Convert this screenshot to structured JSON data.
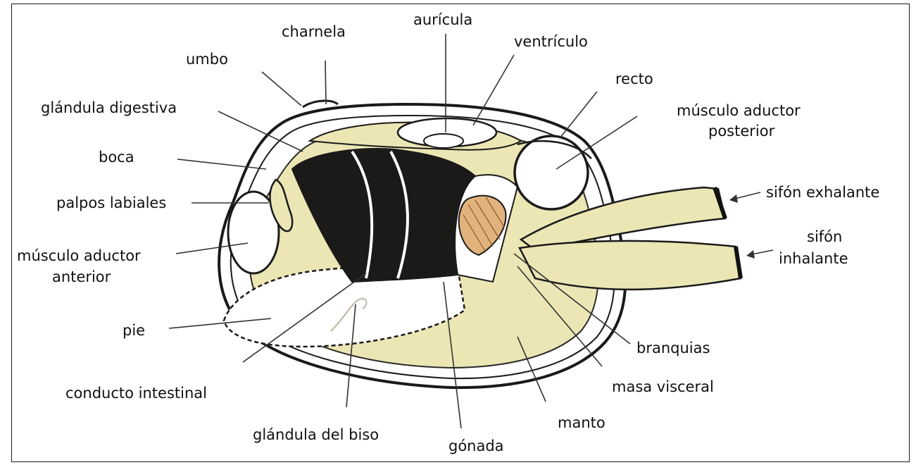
{
  "labels": {
    "charnela": "charnela",
    "auricula": "aurícula",
    "ventriculo": "ventrículo",
    "umbo": "umbo",
    "recto": "recto",
    "glandula_digestiva": "glándula digestiva",
    "musculo_aductor_posterior_1": "músculo aductor",
    "musculo_aductor_posterior_2": "posterior",
    "boca": "boca",
    "sifon_exhalante": "sifón exhalante",
    "palpos_labiales": "palpos labiales",
    "sifon_inhalante_1": "sifón",
    "sifon_inhalante_2": "inhalante",
    "musculo_aductor_anterior_1": "músculo aductor",
    "musculo_aductor_anterior_2": "anterior",
    "pie": "pie",
    "branquias": "branquias",
    "conducto_intestinal": "conducto intestinal",
    "masa_visceral": "masa visceral",
    "manto": "manto",
    "glandula_del_biso": "glándula del biso",
    "gonada": "gónada"
  },
  "colors": {
    "mantle_yellow": "#ece6b4",
    "gonad_black": "#1c1a18",
    "gill_orange": "#e2b27c",
    "shell_outline": "#1a1a1a",
    "background": "#ffffff"
  }
}
